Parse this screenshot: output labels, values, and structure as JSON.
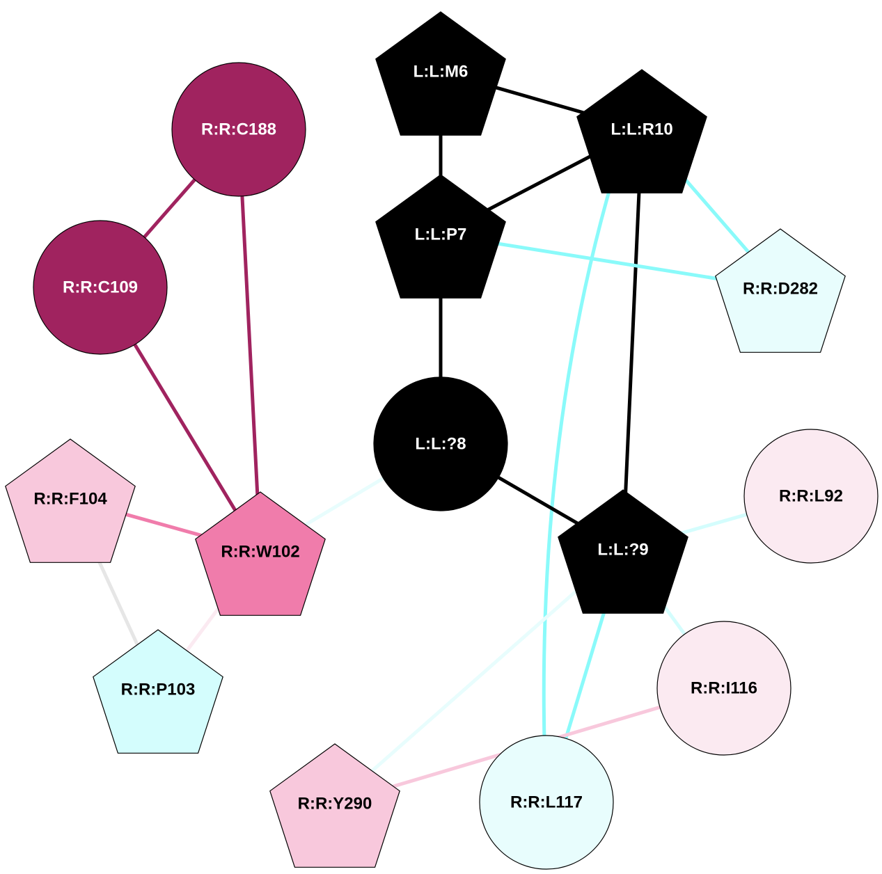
{
  "graph": {
    "nodes": [
      {
        "id": "M6",
        "label": "L:L:M6",
        "shape": "pentagon",
        "fill": "#000000",
        "text": "#ffffff"
      },
      {
        "id": "R10",
        "label": "L:L:R10",
        "shape": "pentagon",
        "fill": "#000000",
        "text": "#ffffff"
      },
      {
        "id": "P7",
        "label": "L:L:P7",
        "shape": "pentagon",
        "fill": "#000000",
        "text": "#ffffff"
      },
      {
        "id": "Q8",
        "label": "L:L:?8",
        "shape": "circle",
        "fill": "#000000",
        "text": "#ffffff"
      },
      {
        "id": "Q9",
        "label": "L:L:?9",
        "shape": "pentagon",
        "fill": "#000000",
        "text": "#ffffff"
      },
      {
        "id": "C188",
        "label": "R:R:C188",
        "shape": "circle",
        "fill": "#a0235f",
        "text": "#ffffff"
      },
      {
        "id": "C109",
        "label": "R:R:C109",
        "shape": "circle",
        "fill": "#a0235f",
        "text": "#ffffff"
      },
      {
        "id": "D282",
        "label": "R:R:D282",
        "shape": "pentagon",
        "fill": "#e8fdfd",
        "text": "#000000"
      },
      {
        "id": "F104",
        "label": "R:R:F104",
        "shape": "pentagon",
        "fill": "#f8c8dc",
        "text": "#000000"
      },
      {
        "id": "W102",
        "label": "R:R:W102",
        "shape": "pentagon",
        "fill": "#f07cab",
        "text": "#000000"
      },
      {
        "id": "P103",
        "label": "R:R:P103",
        "shape": "pentagon",
        "fill": "#d4fdfd",
        "text": "#000000"
      },
      {
        "id": "L92",
        "label": "R:R:L92",
        "shape": "circle",
        "fill": "#fbeaf1",
        "text": "#000000"
      },
      {
        "id": "I116",
        "label": "R:R:I116",
        "shape": "circle",
        "fill": "#fbeaf1",
        "text": "#000000"
      },
      {
        "id": "Y290",
        "label": "R:R:Y290",
        "shape": "pentagon",
        "fill": "#f8c8dc",
        "text": "#000000"
      },
      {
        "id": "L117",
        "label": "R:R:L117",
        "shape": "circle",
        "fill": "#e8fdfd",
        "text": "#000000"
      }
    ],
    "edges": [
      {
        "from": "M6",
        "to": "R10",
        "color": "#000000",
        "curved": false
      },
      {
        "from": "M6",
        "to": "P7",
        "color": "#000000",
        "curved": false
      },
      {
        "from": "R10",
        "to": "P7",
        "color": "#000000",
        "curved": false
      },
      {
        "from": "R10",
        "to": "D282",
        "color": "#8afafa",
        "curved": false
      },
      {
        "from": "R10",
        "to": "Q9",
        "color": "#000000",
        "curved": false
      },
      {
        "from": "R10",
        "to": "L117",
        "color": "#8afafa",
        "curved": true
      },
      {
        "from": "P7",
        "to": "D282",
        "color": "#8afafa",
        "curved": false
      },
      {
        "from": "P7",
        "to": "Q8",
        "color": "#000000",
        "curved": false
      },
      {
        "from": "Q8",
        "to": "Q9",
        "color": "#000000",
        "curved": false
      },
      {
        "from": "Q8",
        "to": "W102",
        "color": "#e8fdfd",
        "curved": false
      },
      {
        "from": "C188",
        "to": "C109",
        "color": "#a0235f",
        "curved": false
      },
      {
        "from": "C188",
        "to": "W102",
        "color": "#a0235f",
        "curved": false
      },
      {
        "from": "C109",
        "to": "W102",
        "color": "#a0235f",
        "curved": false
      },
      {
        "from": "F104",
        "to": "W102",
        "color": "#f07cab",
        "curved": false
      },
      {
        "from": "F104",
        "to": "P103",
        "color": "#e6e6e6",
        "curved": false
      },
      {
        "from": "W102",
        "to": "P103",
        "color": "#fbeaf1",
        "curved": false
      },
      {
        "from": "Q9",
        "to": "L92",
        "color": "#d4fdfd",
        "curved": false
      },
      {
        "from": "Q9",
        "to": "I116",
        "color": "#d4fdfd",
        "curved": false
      },
      {
        "from": "Q9",
        "to": "L117",
        "color": "#8afafa",
        "curved": false
      },
      {
        "from": "Q9",
        "to": "Y290",
        "color": "#e8fdfd",
        "curved": false
      },
      {
        "from": "I116",
        "to": "Y290",
        "color": "#f8c8dc",
        "curved": false
      }
    ]
  }
}
